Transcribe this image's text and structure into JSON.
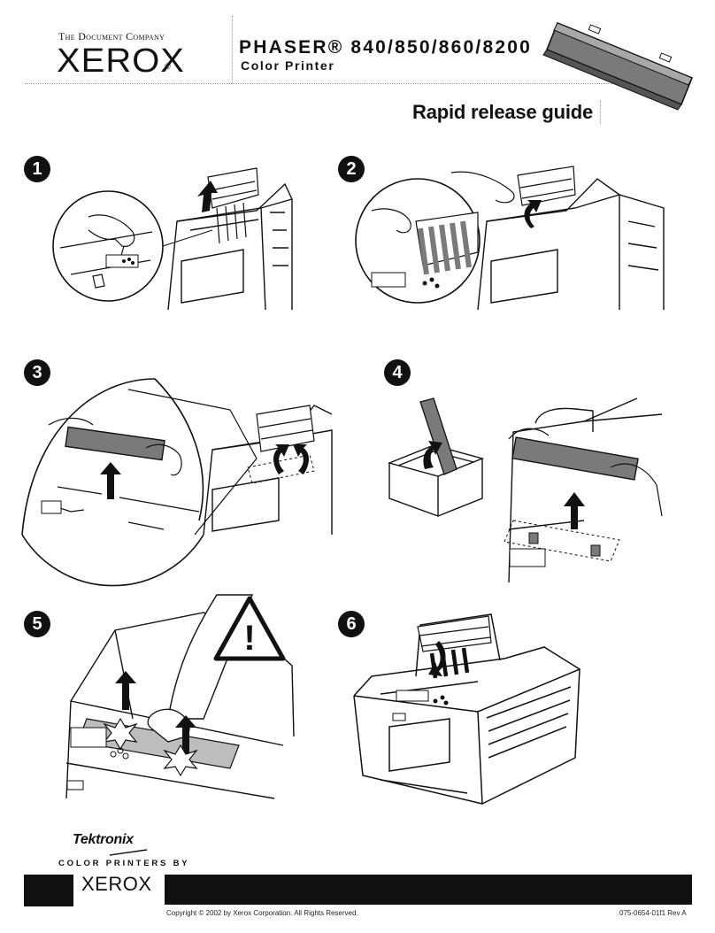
{
  "header": {
    "tagline": "The Document Company",
    "logo": "XEROX",
    "reg_mark": "®",
    "product_title": "PHASER® 840/850/860/8200",
    "product_subtitle": "Color Printer",
    "guide_title": "Rapid release guide"
  },
  "steps": [
    "1",
    "2",
    "3",
    "4",
    "5",
    "6"
  ],
  "icons": {
    "part": "rapid-release-roller-icon",
    "warning": "warning-triangle-icon"
  },
  "warning_symbol": "!",
  "footer": {
    "tektronix": "Tektronix",
    "color_printers_by": "COLOR PRINTERS BY",
    "xerox": "XEROX",
    "copyright": "Copyright © 2002 by Xerox Corporation.  All Rights Reserved.",
    "doc_number": "075-0654-01f1 Rev A"
  },
  "colors": {
    "ink": "#111111",
    "part_gray": "#7a7a7a",
    "light_gray": "#d9d9d9"
  }
}
